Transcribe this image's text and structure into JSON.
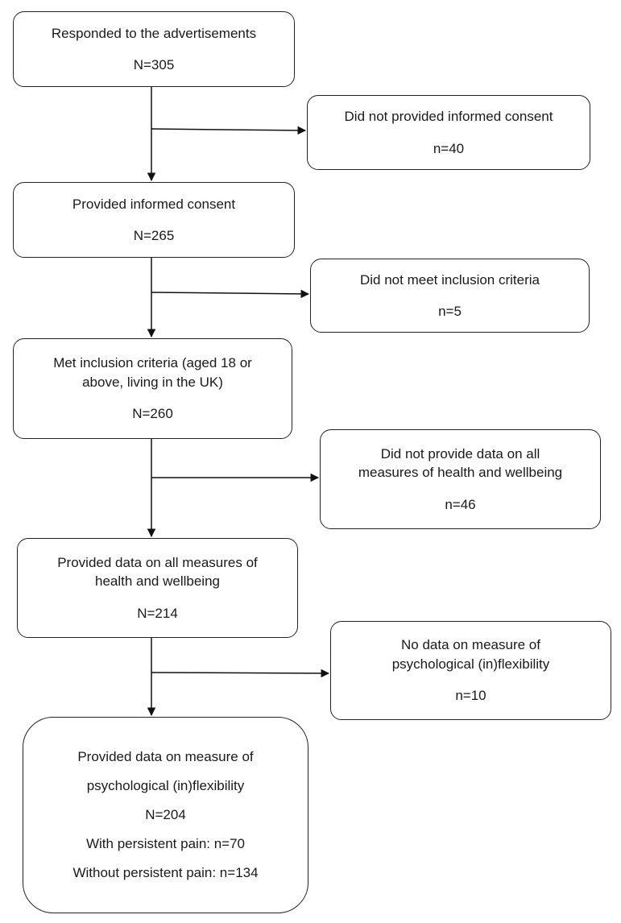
{
  "flow": {
    "responded": {
      "label": "Responded to the advertisements",
      "count": "N=305"
    },
    "no_consent": {
      "label": "Did not provided informed consent",
      "count": "n=40"
    },
    "consent": {
      "label": "Provided informed consent",
      "count": "N=265"
    },
    "not_meet": {
      "label": "Did not meet inclusion criteria",
      "count": "n=5"
    },
    "met": {
      "label_line1": "Met inclusion criteria (aged 18 or",
      "label_line2": "above, living in the UK)",
      "count": "N=260"
    },
    "no_data_all": {
      "label_line1": "Did not provide data on all",
      "label_line2": "measures of health and wellbeing",
      "count": "n=46"
    },
    "data_all": {
      "label_line1": "Provided data on all measures of",
      "label_line2": "health and wellbeing",
      "count": "N=214"
    },
    "no_flex": {
      "label_line1": "No data on measure of",
      "label_line2": "psychological (in)flexibility",
      "count": "n=10"
    },
    "final": {
      "label_line1": "Provided data on measure of",
      "label_line2": "psychological (in)flexibility",
      "count": "N=204",
      "with_pain": "With persistent pain: n=70",
      "without_pain": "Without persistent pain: n=134"
    }
  }
}
